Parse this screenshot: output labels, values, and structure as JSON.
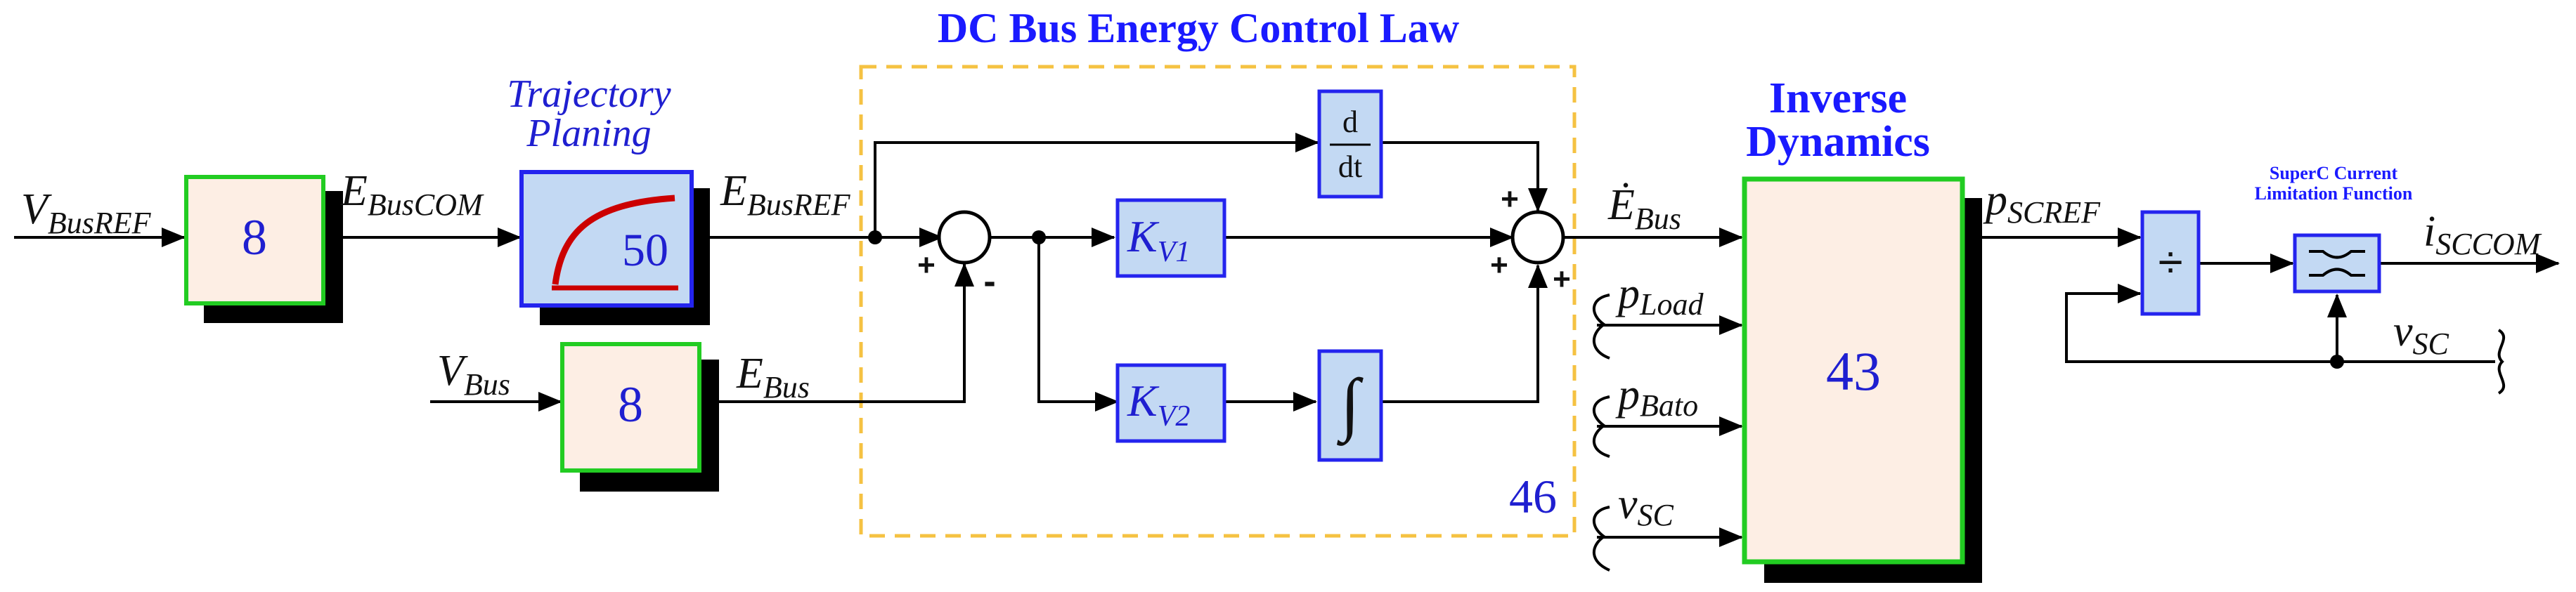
{
  "section_titles": {
    "dc_bus_energy": "DC Bus Energy Control Law",
    "inverse_dynamics_line1": "Inverse",
    "inverse_dynamics_line2": "Dynamics",
    "trajectory_line1": "Trajectory",
    "trajectory_line2": "Planing",
    "superc_line1": "SuperC Current",
    "superc_line2": "Limitation Function"
  },
  "blocks": {
    "gain_vbusref": "8",
    "gain_vbus": "8",
    "trajectory_number": "50",
    "kv1_main": "K",
    "kv1_sub": "V1",
    "kv2_main": "K",
    "kv2_sub": "V2",
    "derivative_num": "d",
    "derivative_den": "dt",
    "integrator_symbol": "∫",
    "control_law_number": "46",
    "inverse_dynamics_number": "43",
    "divide_symbol": "÷"
  },
  "signals": {
    "vbusref_main": "V",
    "vbusref_sub": "BusREF",
    "ebuscom_main": "E",
    "ebuscom_sub": "BusCOM",
    "ebusref_main": "E",
    "ebusref_sub": "BusREF",
    "vbus_main": "V",
    "vbus_sub": "Bus",
    "ebus_main": "E",
    "ebus_sub": "Bus",
    "ebusdot_main": "Ė",
    "ebusdot_sub": "Bus",
    "pload_main": "p",
    "pload_sub": "Load",
    "pbato_main": "p",
    "pbato_sub": "Bato",
    "vsc_main": "v",
    "vsc_sub": "SC",
    "pscref_main": "p",
    "pscref_sub": "SCREF",
    "isccom_main": "i",
    "isccom_sub": "SCCOM",
    "vsc2_main": "v",
    "vsc2_sub": "SC"
  },
  "signs": {
    "sum1_plus": "+",
    "sum1_minus": "-",
    "sum2_plus_top": "+",
    "sum2_plus_left": "+",
    "sum2_plus_bottom": "+"
  },
  "colors": {
    "title_blue": "#1a1aff",
    "block_blue_fill": "#c3d9f3",
    "block_blue_border": "#2424ee",
    "block_peach_fill": "#fdeee4",
    "block_green_border": "#22cc22",
    "control_law_border": "#f5c242",
    "trajectory_curve": "#cc0000"
  }
}
